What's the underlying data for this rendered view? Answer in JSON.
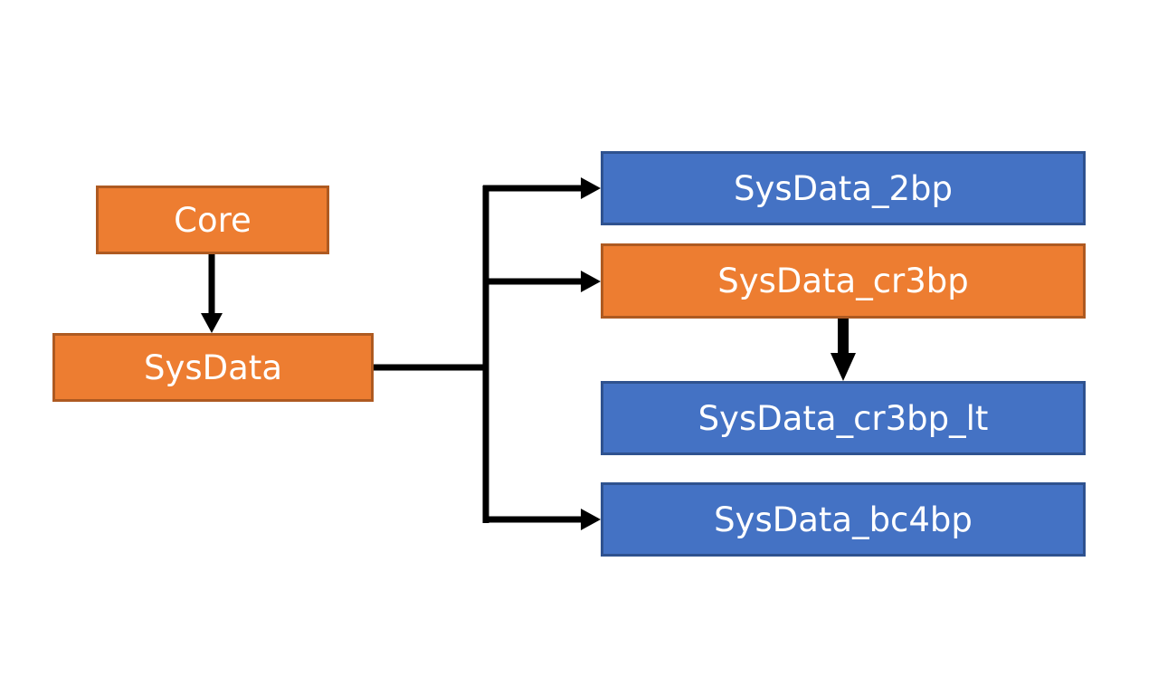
{
  "nodes": {
    "core": "Core",
    "sysdata": "SysData",
    "sysdata_2bp": "SysData_2bp",
    "sysdata_cr3bp": "SysData_cr3bp",
    "sysdata_cr3bp_lt": "SysData_cr3bp_lt",
    "sysdata_bc4bp": "SysData_bc4bp"
  },
  "edges": [
    {
      "from": "Core",
      "to": "SysData"
    },
    {
      "from": "SysData",
      "to": "SysData_2bp"
    },
    {
      "from": "SysData",
      "to": "SysData_cr3bp"
    },
    {
      "from": "SysData",
      "to": "SysData_bc4bp"
    },
    {
      "from": "SysData_cr3bp",
      "to": "SysData_cr3bp_lt"
    }
  ],
  "colors": {
    "orange_fill": "#ED7D31",
    "orange_border": "#AE5A21",
    "blue_fill": "#4472C4",
    "blue_border": "#2F528F",
    "edge": "#000000"
  }
}
